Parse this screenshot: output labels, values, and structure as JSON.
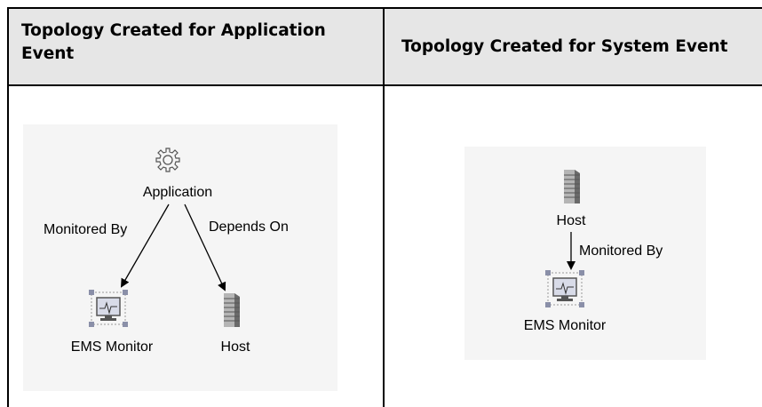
{
  "table": {
    "headers": [
      "Topology Created for Application Event",
      "Topology Created for System Event"
    ]
  },
  "application_topology": {
    "root_node": "Application",
    "edges": [
      {
        "label": "Monitored By",
        "target": "EMS Monitor"
      },
      {
        "label": "Depends On",
        "target": "Host"
      }
    ]
  },
  "system_topology": {
    "root_node": "Host",
    "edge_label": "Monitored By",
    "target_node": "EMS Monitor"
  },
  "icons": {
    "application": "gear-icon",
    "host": "server-icon",
    "ems_monitor": "monitor-icon"
  }
}
